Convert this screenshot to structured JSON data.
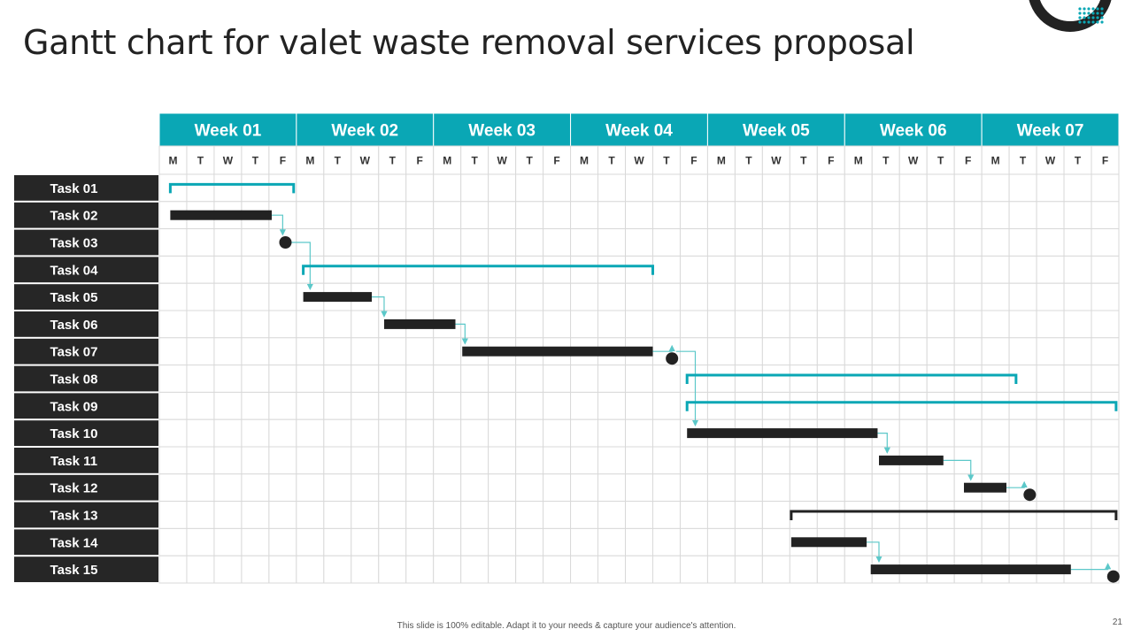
{
  "title": "Gantt chart for valet waste removal services proposal",
  "footer": "This slide is 100% editable. Adapt it to your needs & capture your audience's attention.",
  "page_number": "21",
  "colors": {
    "accent": "#0aa7b5",
    "bar": "#222222",
    "connector": "#5cc8c9",
    "task_label_bg": "#262626",
    "grid": "#d9d9d9"
  },
  "chart_data": {
    "type": "gantt",
    "title": "Gantt chart for valet waste removal services proposal",
    "weeks": [
      "Week 01",
      "Week 02",
      "Week 03",
      "Week 04",
      "Week 05",
      "Week 06",
      "Week 07"
    ],
    "days": [
      "M",
      "T",
      "W",
      "T",
      "F"
    ],
    "tasks": [
      {
        "label": "Task 01",
        "kind": "summary",
        "color": "accent",
        "start": 0.4,
        "end": 4.9
      },
      {
        "label": "Task 02",
        "kind": "bar",
        "start": 0.4,
        "end": 4.1
      },
      {
        "label": "Task 03",
        "kind": "milestone",
        "at": 4.6
      },
      {
        "label": "Task 04",
        "kind": "summary",
        "color": "accent",
        "start": 5.25,
        "end": 18.0
      },
      {
        "label": "Task 05",
        "kind": "bar",
        "start": 5.25,
        "end": 7.75
      },
      {
        "label": "Task 06",
        "kind": "bar",
        "start": 8.2,
        "end": 10.8
      },
      {
        "label": "Task 07",
        "kind": "bar",
        "start": 11.05,
        "end": 18.0
      },
      {
        "label": "Task 08",
        "kind": "summary",
        "color": "accent",
        "start": 19.25,
        "end": 31.25
      },
      {
        "label": "Task 09",
        "kind": "summary",
        "color": "accent",
        "start": 19.25,
        "end": 34.9
      },
      {
        "label": "Task 10",
        "kind": "bar",
        "start": 19.25,
        "end": 26.2
      },
      {
        "label": "Task 11",
        "kind": "bar",
        "start": 26.25,
        "end": 28.6
      },
      {
        "label": "Task 12",
        "kind": "bar",
        "start": 29.35,
        "end": 30.9
      },
      {
        "label": "Task 13",
        "kind": "summary",
        "color": "dark",
        "start": 23.05,
        "end": 34.9
      },
      {
        "label": "Task 14",
        "kind": "bar",
        "start": 23.05,
        "end": 25.8
      },
      {
        "label": "Task 15",
        "kind": "bar",
        "start": 25.95,
        "end": 33.25
      }
    ],
    "milestones_extra": [
      {
        "row": 6,
        "at": 18.7
      },
      {
        "row": 11,
        "at": 31.75
      },
      {
        "row": 14,
        "at": 34.8
      }
    ],
    "dependencies": [
      {
        "from_row": 1,
        "from_x": 4.1,
        "to_row": 2,
        "to_x": 4.5
      },
      {
        "from_row": 2,
        "from_x": 4.75,
        "to_row": 4,
        "to_x": 5.5
      },
      {
        "from_row": 4,
        "from_x": 7.75,
        "to_row": 5,
        "to_x": 8.2
      },
      {
        "from_row": 5,
        "from_x": 10.8,
        "to_row": 6,
        "to_x": 11.15
      },
      {
        "from_row": 6,
        "from_x": 18.0,
        "to_row": 6,
        "to_x": 18.7,
        "short": true
      },
      {
        "from_row": 6,
        "from_x": 18.85,
        "to_row": 9,
        "to_x": 19.55
      },
      {
        "from_row": 9,
        "from_x": 26.2,
        "to_row": 10,
        "to_x": 26.55
      },
      {
        "from_row": 10,
        "from_x": 28.6,
        "to_row": 11,
        "to_x": 29.6
      },
      {
        "from_row": 11,
        "from_x": 30.9,
        "to_row": 11,
        "to_x": 31.55,
        "short": true
      },
      {
        "from_row": 13,
        "from_x": 25.8,
        "to_row": 14,
        "to_x": 26.25
      },
      {
        "from_row": 14,
        "from_x": 33.25,
        "to_row": 14,
        "to_x": 34.6,
        "short": true
      }
    ]
  }
}
